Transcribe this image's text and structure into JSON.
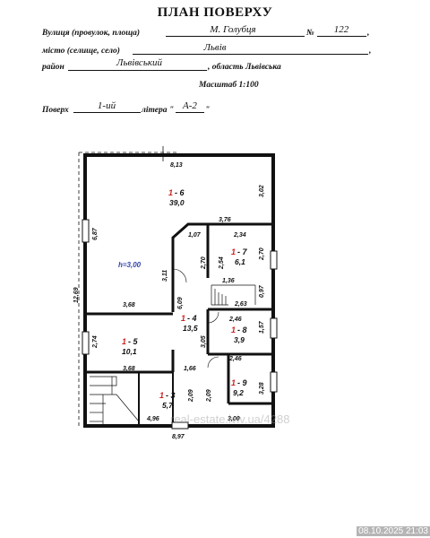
{
  "header": {
    "title": "ПЛАН ПОВЕРХУ",
    "street_label": "Вулиця (провулок, площа)",
    "street_value": "М. Голубця",
    "number_label": "№",
    "number_value": "122",
    "city_label": "місто (селище, село)",
    "city_value": "Львів",
    "district_label": "район",
    "district_value": "Львівський",
    "region_label": ", область Львівська",
    "scale_label": "Масштаб 1:100",
    "floor_label": "Поверх",
    "floor_value": "1-ий",
    "litera_label": "літера \"",
    "litera_value": "А-2",
    "litera_close": "\""
  },
  "plan": {
    "rooms": [
      {
        "id": "room-1-6",
        "floor": "1",
        "num": "- 6",
        "area": "39,0"
      },
      {
        "id": "room-1-7",
        "floor": "1",
        "num": "- 7",
        "area": "6,1"
      },
      {
        "id": "room-1-4",
        "floor": "1",
        "num": "- 4",
        "area": "13,5"
      },
      {
        "id": "room-1-8",
        "floor": "1",
        "num": "- 8",
        "area": "3,9"
      },
      {
        "id": "room-1-5",
        "floor": "1",
        "num": "- 5",
        "area": "10,1"
      },
      {
        "id": "room-1-9",
        "floor": "1",
        "num": "- 9",
        "area": "9,2"
      },
      {
        "id": "room-1-3",
        "floor": "1",
        "num": "- 3",
        "area": "5,7"
      }
    ],
    "height_label": "h=3,00",
    "dimensions": [
      "8,13",
      "3,02",
      "3,76",
      "6,87",
      "12,69",
      "1,07",
      "2,34",
      "2,70",
      "2,54",
      "2,70",
      "3,11",
      "1,36",
      "0,97",
      "6,09",
      "2,63",
      "3,68",
      "2,46",
      "1,57",
      "2,74",
      "3,05",
      "2,46",
      "3,68",
      "1,66",
      "3,28",
      "2,09",
      "2,09",
      "4,96",
      "3,00",
      "8,97"
    ]
  },
  "watermark": "real-estate.lviv.ua/4288",
  "timestamp": "08.10.2025 21:03",
  "colors": {
    "room_number": "#cc2222",
    "wall": "#111111",
    "watermark": "#9a9a9a"
  }
}
